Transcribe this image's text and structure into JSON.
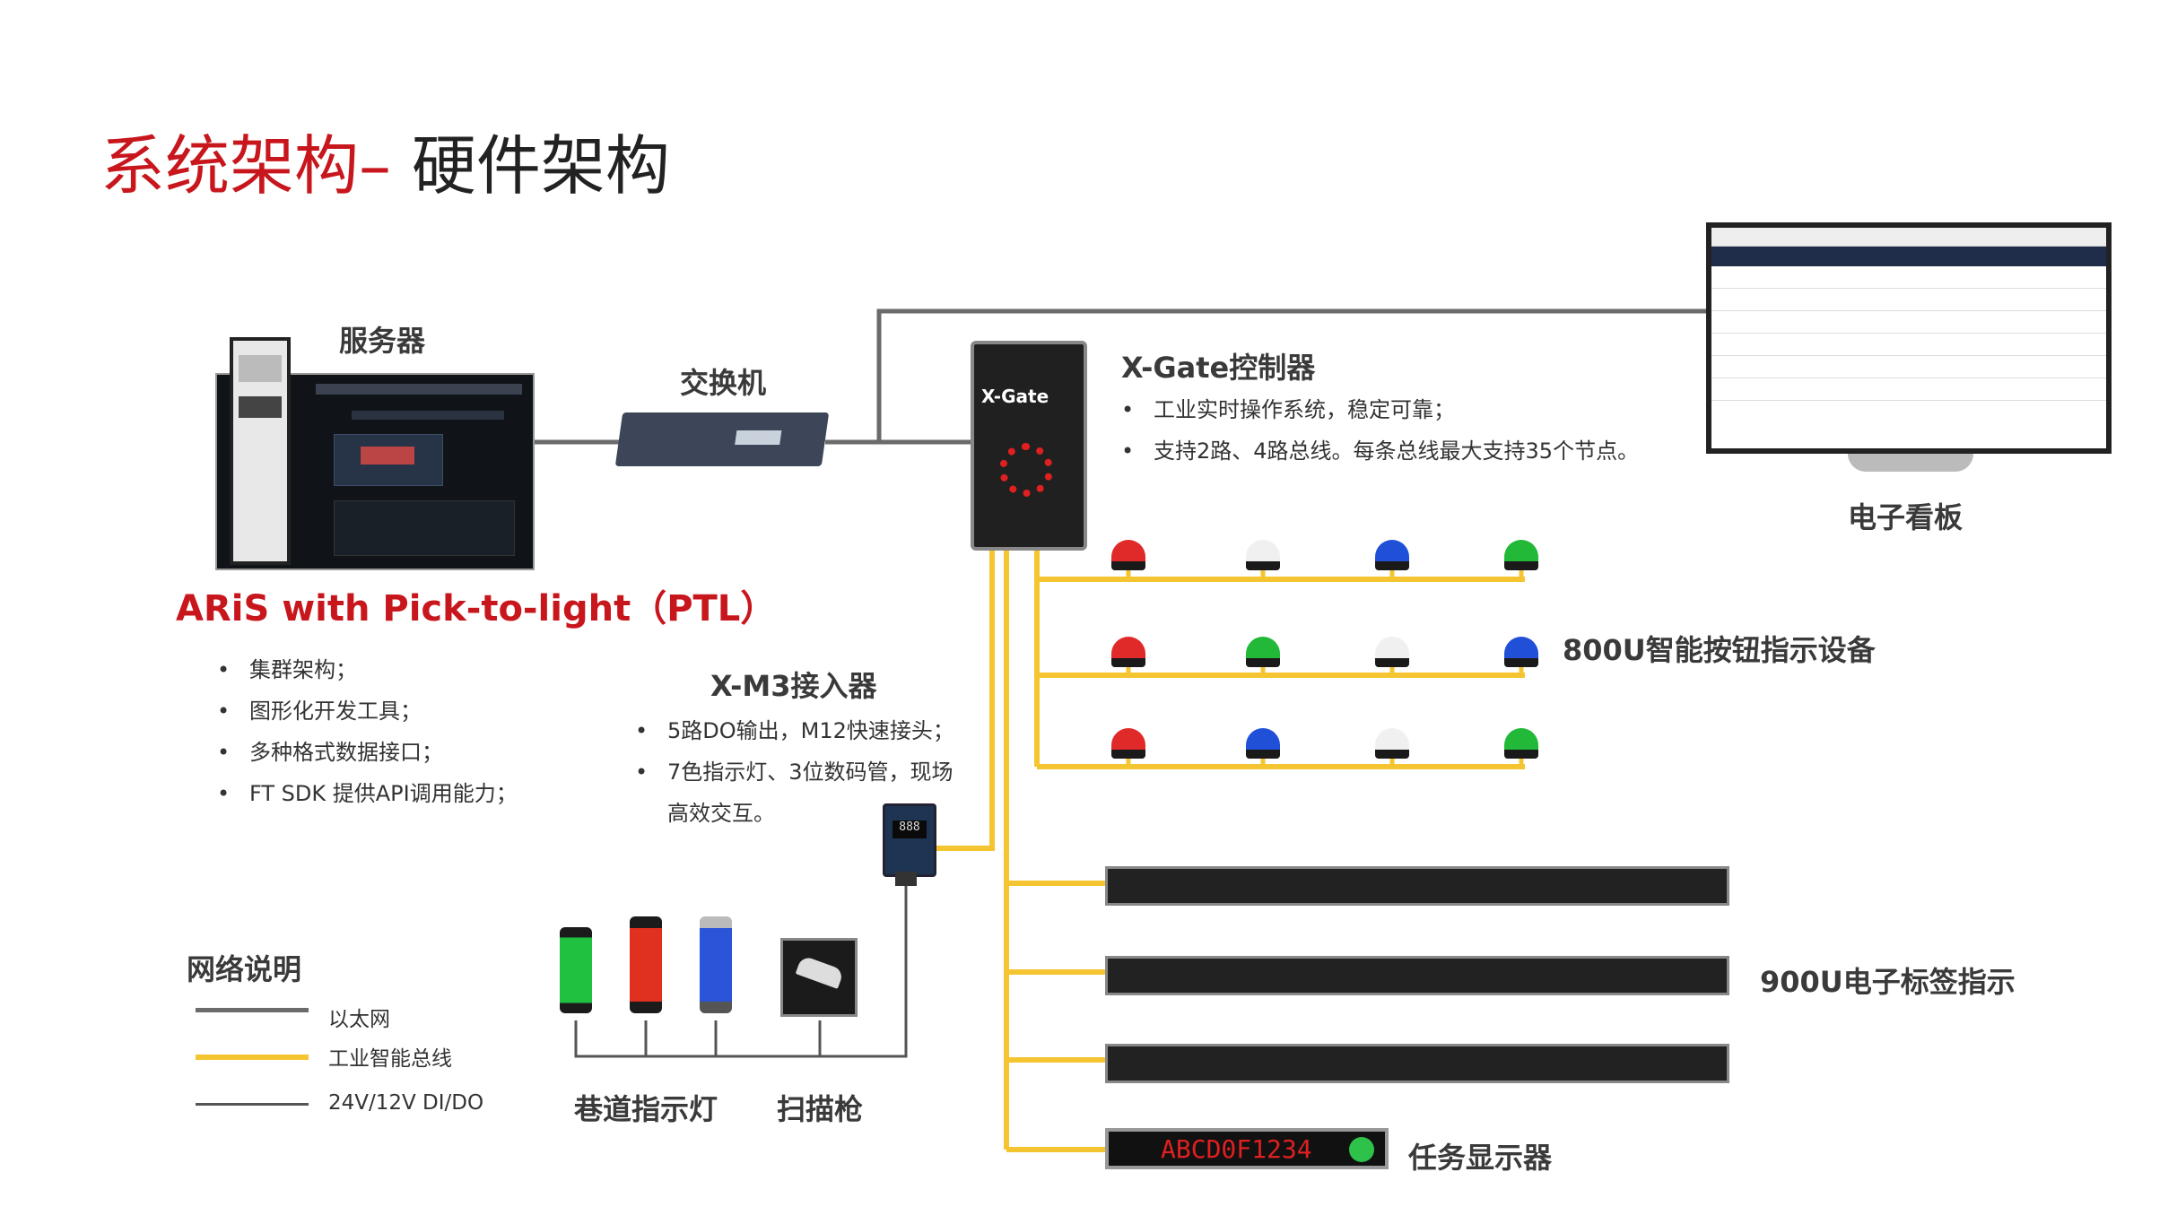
{
  "title": {
    "part1": "系统架构–",
    "part2": " 硬件架构"
  },
  "labels": {
    "server": "服务器",
    "switch": "交换机",
    "xgate": "X-Gate控制器",
    "xgate_logo": "X-Gate",
    "board": "电子看板",
    "aris": "ARiS with Pick-to-light（PTL）",
    "xm3": "X-M3接入器",
    "device800": "800U智能按钮指示设备",
    "device900": "900U电子标签指示",
    "task": "任务显示器",
    "lamp": "巷道指示灯",
    "scanner": "扫描枪"
  },
  "xgate_bullets": [
    "工业实时操作系统，稳定可靠；",
    "支持2路、4路总线。每条总线最大支持35个节点。"
  ],
  "aris_bullets": [
    "集群架构；",
    "图形化开发工具；",
    "多种格式数据接口；",
    "FT SDK 提供API调用能力；"
  ],
  "xm3_bullets": [
    "5路DO输出，M12快速接头；",
    "7色指示灯、3位数码管，现场高效交互。"
  ],
  "legend": {
    "title": "网络说明",
    "items": [
      {
        "label": "以太网",
        "color": "#6b6b6b"
      },
      {
        "label": "工业智能总线",
        "color": "#f5c531"
      },
      {
        "label": "24V/12V DI/DO",
        "color": "#555555"
      }
    ]
  },
  "task_display_text": "ABCD0F1234",
  "xm3_display": "888",
  "button_rows": [
    [
      "red",
      "white",
      "blue",
      "green"
    ],
    [
      "red",
      "green",
      "white",
      "blue"
    ],
    [
      "red",
      "blue",
      "white",
      "green"
    ]
  ],
  "colors": {
    "accent_red": "#c8161d",
    "bus_yellow": "#f5c531",
    "ethernet_gray": "#6b6b6b"
  }
}
